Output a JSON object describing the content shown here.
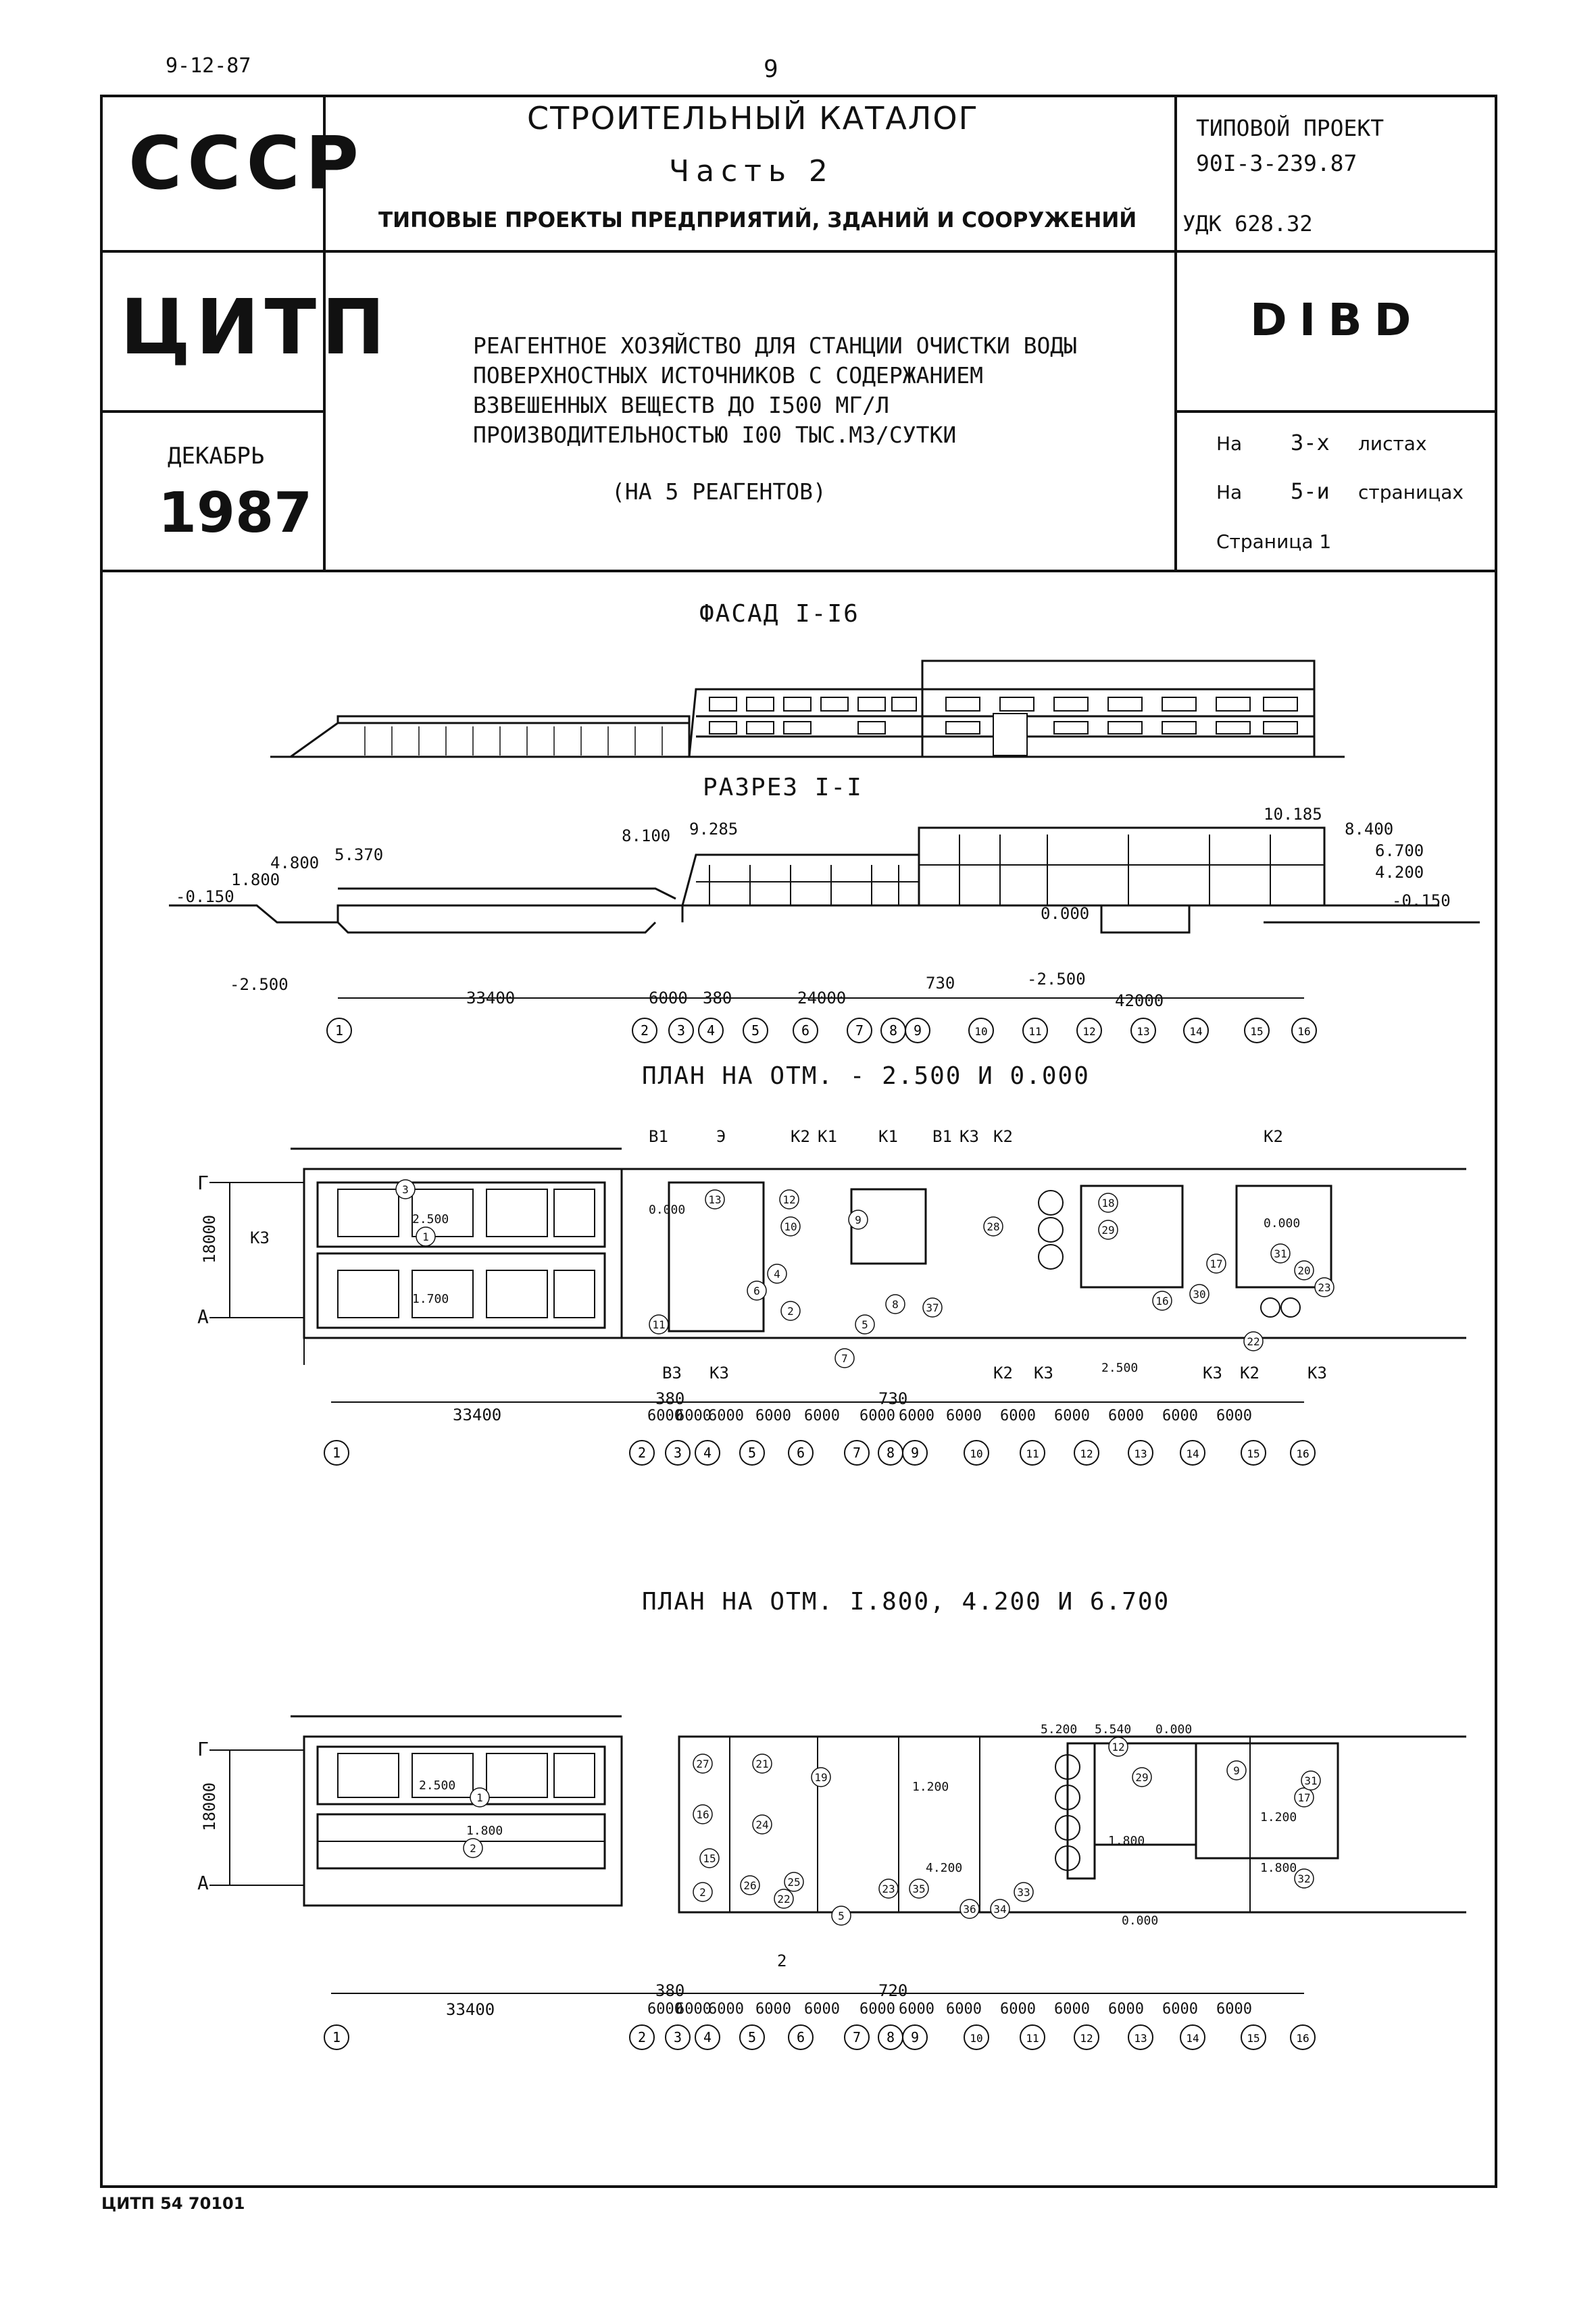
{
  "top": {
    "date": "9-12-87",
    "page_number": "9"
  },
  "header": {
    "country": "СССР",
    "org": "ЦИТП",
    "month": "ДЕКАБРЬ",
    "year": "1987",
    "catalog_title": "СТРОИТЕЛЬНЫЙ КАТАЛОГ",
    "part": "Часть 2",
    "catalog_subtitle": "ТИПОВЫЕ ПРОЕКТЫ ПРЕДПРИЯТИЙ, ЗДАНИЙ И СООРУЖЕНИЙ",
    "project_label": "ТИПОВОЙ ПРОЕКТ",
    "project_number": "90I-3-239.87",
    "udk": "УДК 628.32",
    "project_title_lines": [
      "РЕАГЕНТНОЕ ХОЗЯЙСТВО ДЛЯ СТАНЦИИ ОЧИСТКИ ВОДЫ",
      "ПОВЕРХНОСТНЫХ ИСТОЧНИКОВ С СОДЕРЖАНИЕМ",
      "ВЗВЕШЕННЫХ ВЕЩЕСТВ ДО I500 МГ/Л",
      "ПРОИЗВОДИТЕЛЬНОСТЬЮ I00 ТЫС.М3/СУТКИ"
    ],
    "project_title_note": "(НА 5 РЕАГЕНТОВ)",
    "code": "DIBD",
    "sheets_prefix": "На",
    "sheets_count": "3-х",
    "sheets_word": "листах",
    "pages_prefix": "На",
    "pages_count": "5-и",
    "pages_word": "страницах",
    "page_label": "Страница 1"
  },
  "drawings": {
    "facade_title": "ФАСАД I-I6",
    "section_title": "РАЗРЕЗ I-I",
    "plan1_title": "ПЛАН НА ОТМ. - 2.500 И 0.000",
    "plan2_title": "ПЛАН НА ОТМ. I.800, 4.200 И 6.700"
  },
  "section": {
    "elevations": [
      "4.800",
      "5.370",
      "1.800",
      "-0.150",
      "-2.500",
      "8.100",
      "9.285",
      "10.185",
      "8.400",
      "6.700",
      "4.200",
      "-0.150",
      "-2.500",
      "0.000"
    ],
    "dims": [
      "33400",
      "6000",
      "380",
      "24000",
      "730",
      "42000"
    ]
  },
  "axes": [
    "1",
    "2",
    "3",
    "4",
    "5",
    "6",
    "7",
    "8",
    "9",
    "10",
    "11",
    "12",
    "13",
    "14",
    "15",
    "16"
  ],
  "rows": [
    "Г",
    "А"
  ],
  "plan1": {
    "width_dim": "18000",
    "left_dim": "33400",
    "small_dims": [
      "380",
      "730"
    ],
    "bay_dims": [
      "6000",
      "6000",
      "6000",
      "6000",
      "6000",
      "6000",
      "6000",
      "6000",
      "6000",
      "6000",
      "6000",
      "6000",
      "6000"
    ],
    "utility_labels_top": [
      "B1",
      "Э",
      "K2",
      "K1",
      "K1",
      "B1",
      "K3",
      "K2",
      "K2"
    ],
    "utility_labels_bottom": [
      "B3",
      "K3",
      "K2",
      "K3",
      "K3",
      "K2",
      "K3"
    ],
    "k3_label": "K3",
    "marks": [
      "2.500",
      "1.700",
      "0.000",
      "2.500",
      "0.000"
    ],
    "room_numbers": [
      "1",
      "3",
      "10",
      "11",
      "12",
      "13",
      "9",
      "28",
      "29",
      "18",
      "31",
      "20",
      "23",
      "22",
      "30",
      "8",
      "5",
      "37",
      "7",
      "2",
      "4",
      "6",
      "17",
      "16"
    ]
  },
  "plan2": {
    "width_dim": "18000",
    "left_dim": "33400",
    "small_dims": [
      "380",
      "720"
    ],
    "bay_dims": [
      "6000",
      "6000",
      "6000",
      "6000",
      "6000",
      "6000",
      "6000",
      "6000",
      "6000",
      "6000",
      "6000",
      "6000",
      "6000"
    ],
    "marks": [
      "2.500",
      "1.800",
      "5.200",
      "5.540",
      "0.000",
      "1.200",
      "4.200",
      "1.800",
      "1.200",
      "1.800",
      "0.000"
    ],
    "room_numbers": [
      "1",
      "2",
      "27",
      "21",
      "15",
      "24",
      "26",
      "25",
      "22",
      "23",
      "36",
      "35",
      "34",
      "33",
      "29",
      "12",
      "32",
      "17",
      "31",
      "9",
      "19",
      "16",
      "2",
      "5"
    ],
    "section_mark": "2"
  },
  "footer": {
    "stamp": "ЦИТП 54 70101"
  }
}
